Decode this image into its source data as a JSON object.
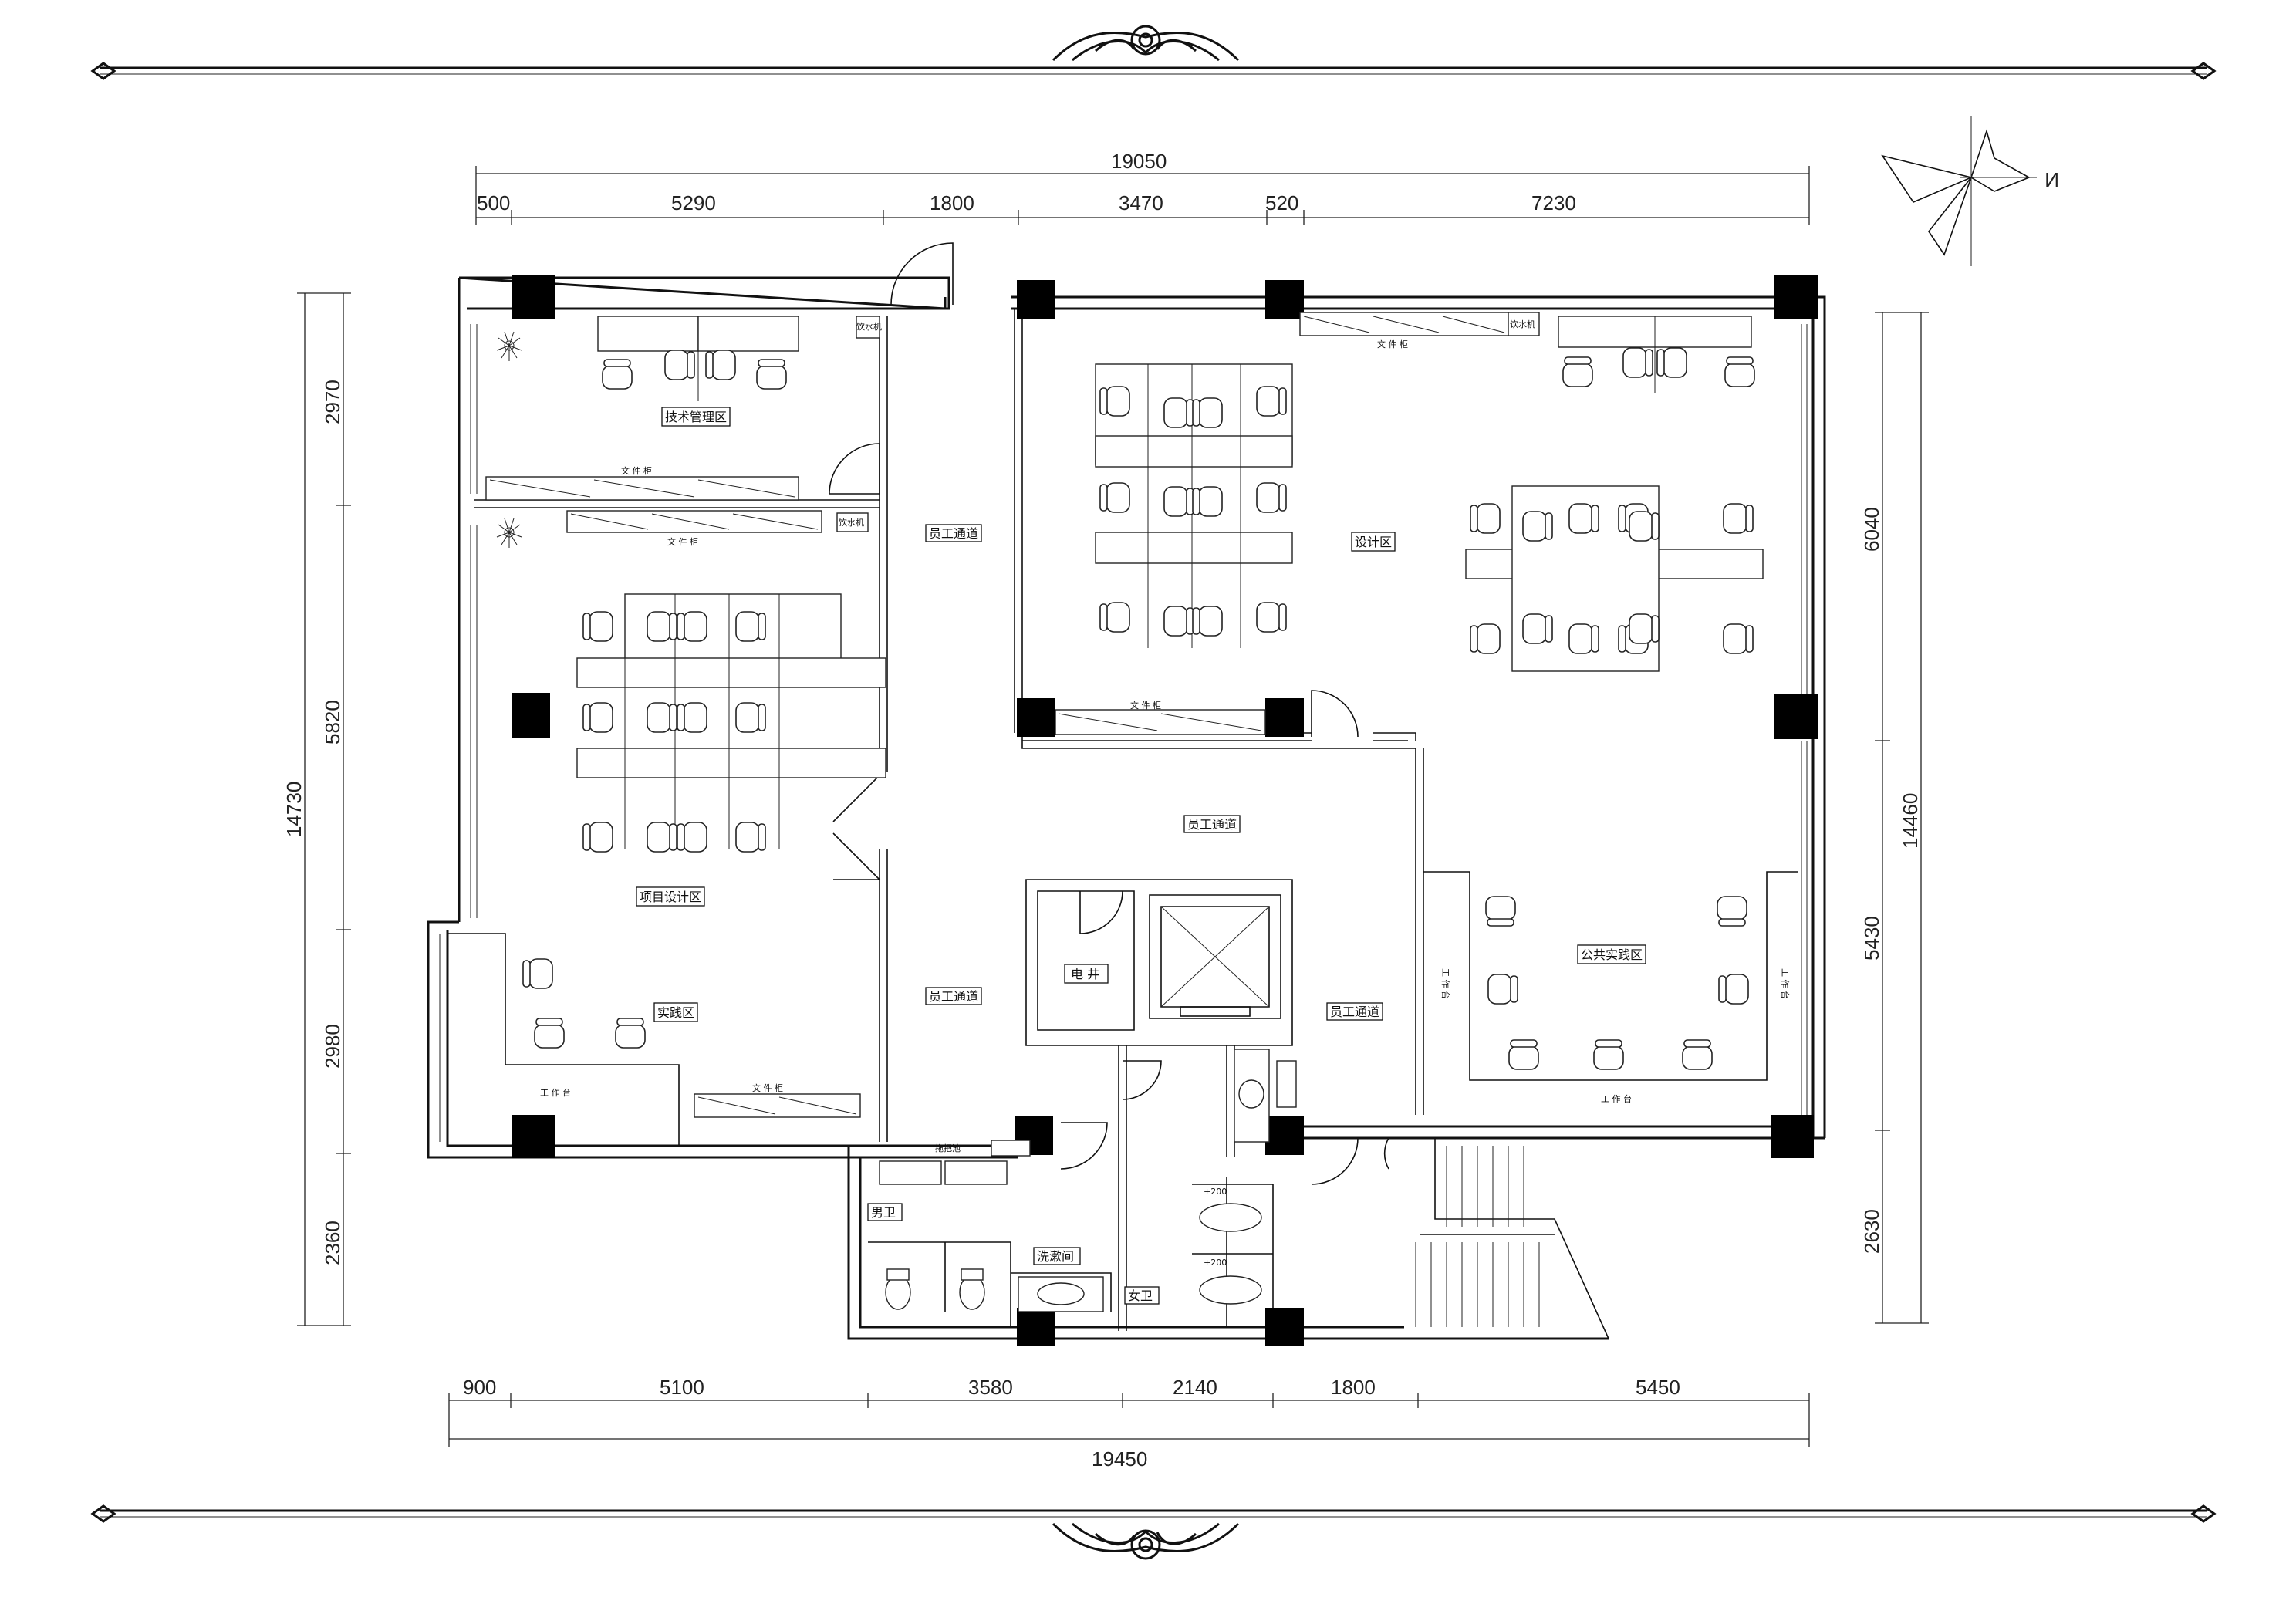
{
  "plan": {
    "rooms": {
      "tech_mgmt": "技术管理区",
      "project_design": "项目设计区",
      "practice": "实践区",
      "design": "设计区",
      "public_practice": "公共实践区",
      "electric_shaft": "电 井",
      "mens_wc": "男卫",
      "womens_wc": "女卫",
      "wash_room": "洗漱间"
    },
    "corridor_label": "员工通道",
    "labels": {
      "file_cabinet": "文   件   柜",
      "water_dispenser": "饮水机",
      "workbench": "工   作   台",
      "workbench_vertical": "工  作  台",
      "mop_pool": "拖把池",
      "offset_200": "+200"
    },
    "north_label": "N"
  },
  "dimensions": {
    "top_total": "19050",
    "top_segments": [
      "500",
      "5290",
      "1800",
      "3470",
      "520",
      "7230"
    ],
    "bottom_total": "19450",
    "bottom_segments": [
      "900",
      "5100",
      "3580",
      "2140",
      "1800",
      "5450"
    ],
    "left_total": "14730",
    "left_segments": [
      "2970",
      "5820",
      "2980",
      "2360"
    ],
    "right_total": "14460",
    "right_segments": [
      "6040",
      "5430",
      "2630"
    ]
  }
}
